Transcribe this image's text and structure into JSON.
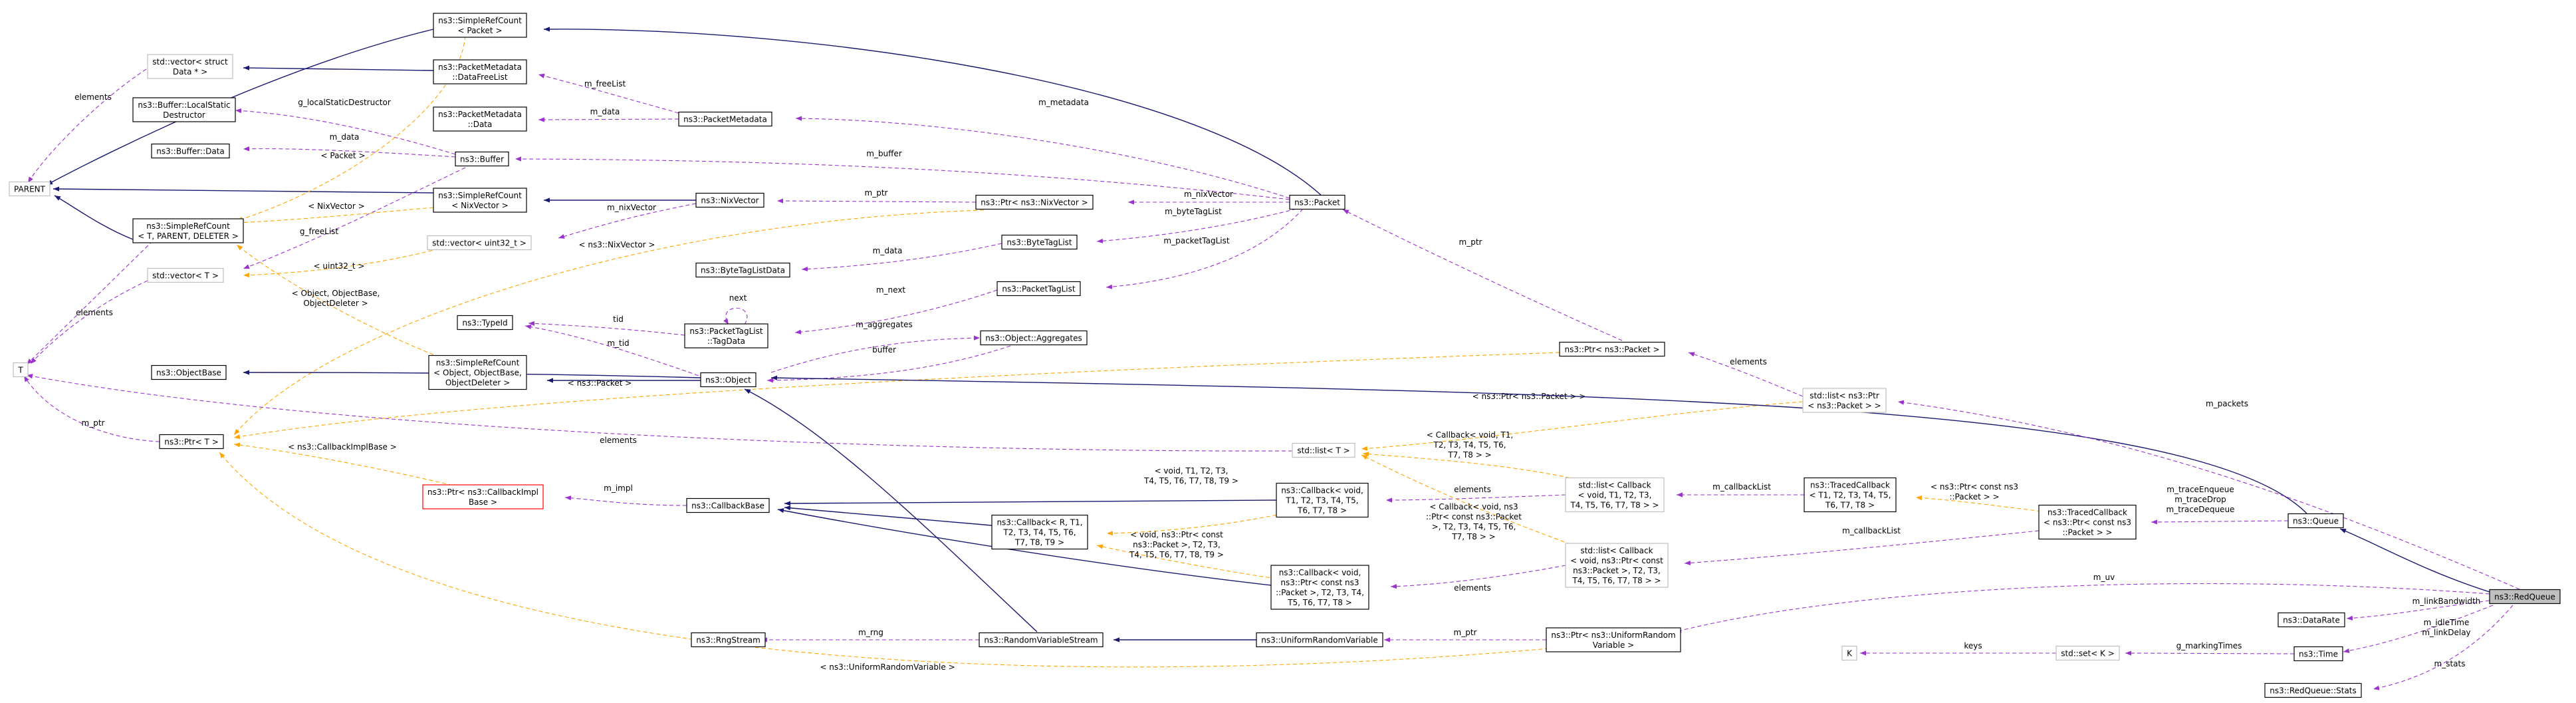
{
  "diagram": {
    "nodes": [
      {
        "id": "parent",
        "label": [
          "PARENT"
        ],
        "style": "gray"
      },
      {
        "id": "T",
        "label": [
          "T"
        ],
        "style": "gray"
      },
      {
        "id": "K",
        "label": [
          "K"
        ],
        "style": "gray"
      },
      {
        "id": "stdvecstruct",
        "label": [
          "std::vector< struct",
          "Data * >"
        ],
        "style": "gray"
      },
      {
        "id": "stdvecT",
        "label": [
          "std::vector< T >"
        ],
        "style": "gray"
      },
      {
        "id": "stdvecu32",
        "label": [
          "std::vector< uint32_t >"
        ],
        "style": "gray"
      },
      {
        "id": "stdlistT",
        "label": [
          "std::list< T >"
        ],
        "style": "gray"
      },
      {
        "id": "stdlistptr",
        "label": [
          "std::list< ns3::Ptr",
          "< ns3::Packet > >"
        ],
        "style": "gray"
      },
      {
        "id": "stdlistcb1",
        "label": [
          "std::list< Callback",
          "< void, T1, T2, T3,",
          "T4, T5, T6, T7, T8 > >"
        ],
        "style": "gray"
      },
      {
        "id": "stdlistcb2",
        "label": [
          "std::list< Callback",
          "< void, ns3::Ptr< const",
          "ns3::Packet >, T2, T3,",
          "T4, T5, T6, T7, T8 > >"
        ],
        "style": "gray"
      },
      {
        "id": "stdset",
        "label": [
          "std::set< K >"
        ],
        "style": "gray"
      },
      {
        "id": "src_packet",
        "label": [
          "ns3::SimpleRefCount",
          "< Packet >"
        ],
        "style": "black"
      },
      {
        "id": "pmdfl",
        "label": [
          "ns3::PacketMetadata",
          "::DataFreeList"
        ],
        "style": "black"
      },
      {
        "id": "pmdata",
        "label": [
          "ns3::PacketMetadata",
          "::Data"
        ],
        "style": "black"
      },
      {
        "id": "pm",
        "label": [
          "ns3::PacketMetadata"
        ],
        "style": "black"
      },
      {
        "id": "buflsd",
        "label": [
          "ns3::Buffer::LocalStatic",
          "Destructor"
        ],
        "style": "black"
      },
      {
        "id": "bufdata",
        "label": [
          "ns3::Buffer::Data"
        ],
        "style": "black"
      },
      {
        "id": "buffer",
        "label": [
          "ns3::Buffer"
        ],
        "style": "black"
      },
      {
        "id": "src_nix",
        "label": [
          "ns3::SimpleRefCount",
          "< NixVector >"
        ],
        "style": "black"
      },
      {
        "id": "nix",
        "label": [
          "ns3::NixVector"
        ],
        "style": "black"
      },
      {
        "id": "src_tpd",
        "label": [
          "ns3::SimpleRefCount",
          "< T, PARENT, DELETER >"
        ],
        "style": "black"
      },
      {
        "id": "ptrnix",
        "label": [
          "ns3::Ptr< ns3::NixVector >"
        ],
        "style": "black"
      },
      {
        "id": "packet",
        "label": [
          "ns3::Packet"
        ],
        "style": "black"
      },
      {
        "id": "btl",
        "label": [
          "ns3::ByteTagList"
        ],
        "style": "black"
      },
      {
        "id": "btld",
        "label": [
          "ns3::ByteTagListData"
        ],
        "style": "black"
      },
      {
        "id": "ptl",
        "label": [
          "ns3::PacketTagList"
        ],
        "style": "black"
      },
      {
        "id": "typeid",
        "label": [
          "ns3::TypeId"
        ],
        "style": "black"
      },
      {
        "id": "ptltd",
        "label": [
          "ns3::PacketTagList",
          "::TagData"
        ],
        "style": "black"
      },
      {
        "id": "aggr",
        "label": [
          "ns3::Object::Aggregates"
        ],
        "style": "black"
      },
      {
        "id": "objbase",
        "label": [
          "ns3::ObjectBase"
        ],
        "style": "black"
      },
      {
        "id": "src_obj",
        "label": [
          "ns3::SimpleRefCount",
          "< Object, ObjectBase,",
          "ObjectDeleter >"
        ],
        "style": "black"
      },
      {
        "id": "object",
        "label": [
          "ns3::Object"
        ],
        "style": "black"
      },
      {
        "id": "ptrpacket",
        "label": [
          "ns3::Ptr< ns3::Packet >"
        ],
        "style": "black"
      },
      {
        "id": "ptrT",
        "label": [
          "ns3::Ptr< T >"
        ],
        "style": "black"
      },
      {
        "id": "ptrcbimpl",
        "label": [
          "ns3::Ptr< ns3::CallbackImpl",
          "Base >"
        ],
        "style": "red"
      },
      {
        "id": "cbbase",
        "label": [
          "ns3::CallbackBase"
        ],
        "style": "black"
      },
      {
        "id": "cbRT",
        "label": [
          "ns3::Callback< R, T1,",
          "T2, T3, T4, T5, T6,",
          "T7, T8, T9 >"
        ],
        "style": "black"
      },
      {
        "id": "cbvoidT",
        "label": [
          "ns3::Callback< void,",
          "T1, T2, T3, T4, T5,",
          "T6, T7, T8 >"
        ],
        "style": "black"
      },
      {
        "id": "cbvoidpkt",
        "label": [
          "ns3::Callback< void,",
          "ns3::Ptr< const ns3",
          "::Packet >, T2, T3, T4,",
          "T5, T6, T7, T8 >"
        ],
        "style": "black"
      },
      {
        "id": "tcb1",
        "label": [
          "ns3::TracedCallback",
          "< T1, T2, T3, T4, T5,",
          "T6, T7, T8 >"
        ],
        "style": "black"
      },
      {
        "id": "tcb2",
        "label": [
          "ns3::TracedCallback",
          "< ns3::Ptr< const ns3",
          "::Packet > >"
        ],
        "style": "black"
      },
      {
        "id": "queue",
        "label": [
          "ns3::Queue"
        ],
        "style": "black"
      },
      {
        "id": "redqueue",
        "label": [
          "ns3::RedQueue"
        ],
        "style": "focus"
      },
      {
        "id": "datarate",
        "label": [
          "ns3::DataRate"
        ],
        "style": "black"
      },
      {
        "id": "time",
        "label": [
          "ns3::Time"
        ],
        "style": "black"
      },
      {
        "id": "stats",
        "label": [
          "ns3::RedQueue::Stats"
        ],
        "style": "black"
      },
      {
        "id": "rng",
        "label": [
          "ns3::RngStream"
        ],
        "style": "black"
      },
      {
        "id": "rvs",
        "label": [
          "ns3::RandomVariableStream"
        ],
        "style": "black"
      },
      {
        "id": "urv",
        "label": [
          "ns3::UniformRandomVariable"
        ],
        "style": "black"
      },
      {
        "id": "ptrurv",
        "label": [
          "ns3::Ptr< ns3::UniformRandom",
          "Variable >"
        ],
        "style": "black"
      }
    ],
    "edges": [
      {
        "from": "stdvecstruct",
        "to": "parent",
        "kind": "member",
        "label": [
          "elements"
        ]
      },
      {
        "from": "src_packet",
        "to": "parent",
        "kind": "inherit",
        "label": []
      },
      {
        "from": "pmdfl",
        "to": "stdvecstruct",
        "kind": "inherit",
        "label": []
      },
      {
        "from": "pm",
        "to": "pmdfl",
        "kind": "member",
        "label": [
          "m_freeList"
        ]
      },
      {
        "from": "pm",
        "to": "pmdata",
        "kind": "member",
        "label": [
          "m_data"
        ]
      },
      {
        "from": "buffer",
        "to": "buflsd",
        "kind": "member",
        "label": [
          "g_localStaticDestructor"
        ]
      },
      {
        "from": "buffer",
        "to": "bufdata",
        "kind": "member",
        "label": [
          "m_data"
        ]
      },
      {
        "from": "buffer",
        "to": "stdvecT",
        "kind": "member",
        "label": [
          "g_freeList"
        ]
      },
      {
        "from": "src_nix",
        "to": "parent",
        "kind": "inherit",
        "label": []
      },
      {
        "from": "src_tpd",
        "to": "parent",
        "kind": "inherit",
        "label": []
      },
      {
        "from": "src_tpd",
        "to": "T",
        "kind": "member",
        "label": []
      },
      {
        "from": "src_packet",
        "to": "src_tpd",
        "kind": "template",
        "label": [
          "< Packet >"
        ]
      },
      {
        "from": "src_nix",
        "to": "src_tpd",
        "kind": "template",
        "label": [
          "< NixVector >"
        ]
      },
      {
        "from": "src_obj",
        "to": "src_tpd",
        "kind": "template",
        "label": [
          "< Object, ObjectBase,",
          "ObjectDeleter >"
        ]
      },
      {
        "from": "nix",
        "to": "src_nix",
        "kind": "inherit",
        "label": []
      },
      {
        "from": "nix",
        "to": "stdvecu32",
        "kind": "member",
        "label": [
          "m_nixVector"
        ]
      },
      {
        "from": "stdvecu32",
        "to": "stdvecT",
        "kind": "template",
        "label": [
          "< uint32_t >"
        ]
      },
      {
        "from": "stdvecT",
        "to": "T",
        "kind": "member",
        "label": [
          "elements"
        ]
      },
      {
        "from": "ptrnix",
        "to": "nix",
        "kind": "member",
        "label": [
          "m_ptr"
        ]
      },
      {
        "from": "ptrnix",
        "to": "ptrT",
        "kind": "template",
        "label": [
          "< ns3::NixVector >"
        ]
      },
      {
        "from": "packet",
        "to": "src_packet",
        "kind": "inherit",
        "label": []
      },
      {
        "from": "packet",
        "to": "pm",
        "kind": "member",
        "label": [
          "m_metadata"
        ]
      },
      {
        "from": "packet",
        "to": "buffer",
        "kind": "member",
        "label": [
          "m_buffer"
        ]
      },
      {
        "from": "packet",
        "to": "ptrnix",
        "kind": "member",
        "label": [
          "m_nixVector"
        ]
      },
      {
        "from": "packet",
        "to": "btl",
        "kind": "member",
        "label": [
          "m_byteTagList"
        ]
      },
      {
        "from": "packet",
        "to": "ptl",
        "kind": "member",
        "label": [
          "m_packetTagList"
        ]
      },
      {
        "from": "btl",
        "to": "btld",
        "kind": "member",
        "label": [
          "m_data"
        ]
      },
      {
        "from": "ptl",
        "to": "ptltd",
        "kind": "member",
        "label": [
          "m_next"
        ]
      },
      {
        "from": "ptltd",
        "to": "ptltd",
        "kind": "member",
        "label": [
          "next"
        ]
      },
      {
        "from": "ptltd",
        "to": "typeid",
        "kind": "member",
        "label": [
          "tid"
        ]
      },
      {
        "from": "object",
        "to": "typeid",
        "kind": "member",
        "label": [
          "m_tid"
        ]
      },
      {
        "from": "object",
        "to": "aggr",
        "kind": "member",
        "label": [
          "m_aggregates"
        ]
      },
      {
        "from": "aggr",
        "to": "object",
        "kind": "member",
        "label": [
          "buffer"
        ]
      },
      {
        "from": "object",
        "to": "objbase",
        "kind": "inherit",
        "label": []
      },
      {
        "from": "object",
        "to": "src_obj",
        "kind": "inherit",
        "label": []
      },
      {
        "from": "ptrpacket",
        "to": "packet",
        "kind": "member",
        "label": [
          "m_ptr"
        ]
      },
      {
        "from": "ptrpacket",
        "to": "ptrT",
        "kind": "template",
        "label": [
          "< ns3::Packet >"
        ]
      },
      {
        "from": "ptrT",
        "to": "T",
        "kind": "member",
        "label": [
          "m_ptr"
        ]
      },
      {
        "from": "stdlistT",
        "to": "T",
        "kind": "member",
        "label": [
          "elements"
        ]
      },
      {
        "from": "stdlistptr",
        "to": "ptrpacket",
        "kind": "member",
        "label": [
          "elements"
        ]
      },
      {
        "from": "stdlistptr",
        "to": "stdlistT",
        "kind": "template",
        "label": [
          "< ns3::Ptr< ns3::Packet > >"
        ]
      },
      {
        "from": "ptrcbimpl",
        "to": "ptrT",
        "kind": "template",
        "label": [
          "< ns3::CallbackImplBase >"
        ]
      },
      {
        "from": "cbbase",
        "to": "ptrcbimpl",
        "kind": "member",
        "label": [
          "m_impl"
        ]
      },
      {
        "from": "cbRT",
        "to": "cbbase",
        "kind": "inherit",
        "label": []
      },
      {
        "from": "cbvoidT",
        "to": "cbbase",
        "kind": "inherit",
        "label": []
      },
      {
        "from": "cbvoidpkt",
        "to": "cbbase",
        "kind": "inherit",
        "label": []
      },
      {
        "from": "cbvoidT",
        "to": "cbRT",
        "kind": "template",
        "label": [
          "< void, T1, T2, T3,",
          "T4, T5, T6, T7, T8, T9 >"
        ]
      },
      {
        "from": "cbvoidpkt",
        "to": "cbRT",
        "kind": "template",
        "label": [
          "< void, ns3::Ptr< const",
          "ns3::Packet >, T2, T3,",
          "T4, T5, T6, T7, T8, T9 >"
        ]
      },
      {
        "from": "stdlistcb1",
        "to": "cbvoidT",
        "kind": "member",
        "label": [
          "elements"
        ]
      },
      {
        "from": "stdlistcb1",
        "to": "stdlistT",
        "kind": "template",
        "label": [
          "< Callback< void, T1,",
          "T2, T3, T4, T5, T6,",
          "T7, T8 > >"
        ]
      },
      {
        "from": "stdlistcb2",
        "to": "cbvoidpkt",
        "kind": "member",
        "label": [
          "elements"
        ]
      },
      {
        "from": "stdlistcb2",
        "to": "stdlistT",
        "kind": "template",
        "label": [
          "< Callback< void, ns3",
          "::Ptr< const ns3::Packet",
          ">, T2, T3, T4, T5, T6,",
          "T7, T8 > >"
        ]
      },
      {
        "from": "tcb1",
        "to": "stdlistcb1",
        "kind": "member",
        "label": [
          "m_callbackList"
        ]
      },
      {
        "from": "tcb2",
        "to": "stdlistcb2",
        "kind": "member",
        "label": [
          "m_callbackList"
        ]
      },
      {
        "from": "tcb2",
        "to": "tcb1",
        "kind": "template",
        "label": [
          "< ns3::Ptr< const ns3",
          "::Packet > >"
        ]
      },
      {
        "from": "queue",
        "to": "tcb2",
        "kind": "member",
        "label": [
          "m_traceEnqueue",
          "m_traceDrop",
          "m_traceDequeue"
        ]
      },
      {
        "from": "queue",
        "to": "object",
        "kind": "inherit",
        "label": []
      },
      {
        "from": "redqueue",
        "to": "queue",
        "kind": "inherit",
        "label": []
      },
      {
        "from": "redqueue",
        "to": "stdlistptr",
        "kind": "member",
        "label": [
          "m_packets"
        ]
      },
      {
        "from": "redqueue",
        "to": "ptrurv",
        "kind": "member",
        "label": [
          "m_uv"
        ]
      },
      {
        "from": "redqueue",
        "to": "datarate",
        "kind": "member",
        "label": [
          "m_linkBandwidth"
        ]
      },
      {
        "from": "redqueue",
        "to": "time",
        "kind": "member",
        "label": [
          "m_idleTime",
          "m_linkDelay"
        ]
      },
      {
        "from": "redqueue",
        "to": "stats",
        "kind": "member",
        "label": [
          "m_stats"
        ]
      },
      {
        "from": "time",
        "to": "stdset",
        "kind": "member",
        "label": [
          "g_markingTimes"
        ]
      },
      {
        "from": "stdset",
        "to": "K",
        "kind": "member",
        "label": [
          "keys"
        ]
      },
      {
        "from": "rvs",
        "to": "rng",
        "kind": "member",
        "label": [
          "m_rng"
        ]
      },
      {
        "from": "rvs",
        "to": "object",
        "kind": "inherit",
        "label": []
      },
      {
        "from": "urv",
        "to": "rvs",
        "kind": "inherit",
        "label": []
      },
      {
        "from": "ptrurv",
        "to": "urv",
        "kind": "member",
        "label": [
          "m_ptr"
        ]
      },
      {
        "from": "ptrurv",
        "to": "ptrT",
        "kind": "template",
        "label": [
          "< ns3::UniformRandomVariable >"
        ]
      }
    ]
  }
}
